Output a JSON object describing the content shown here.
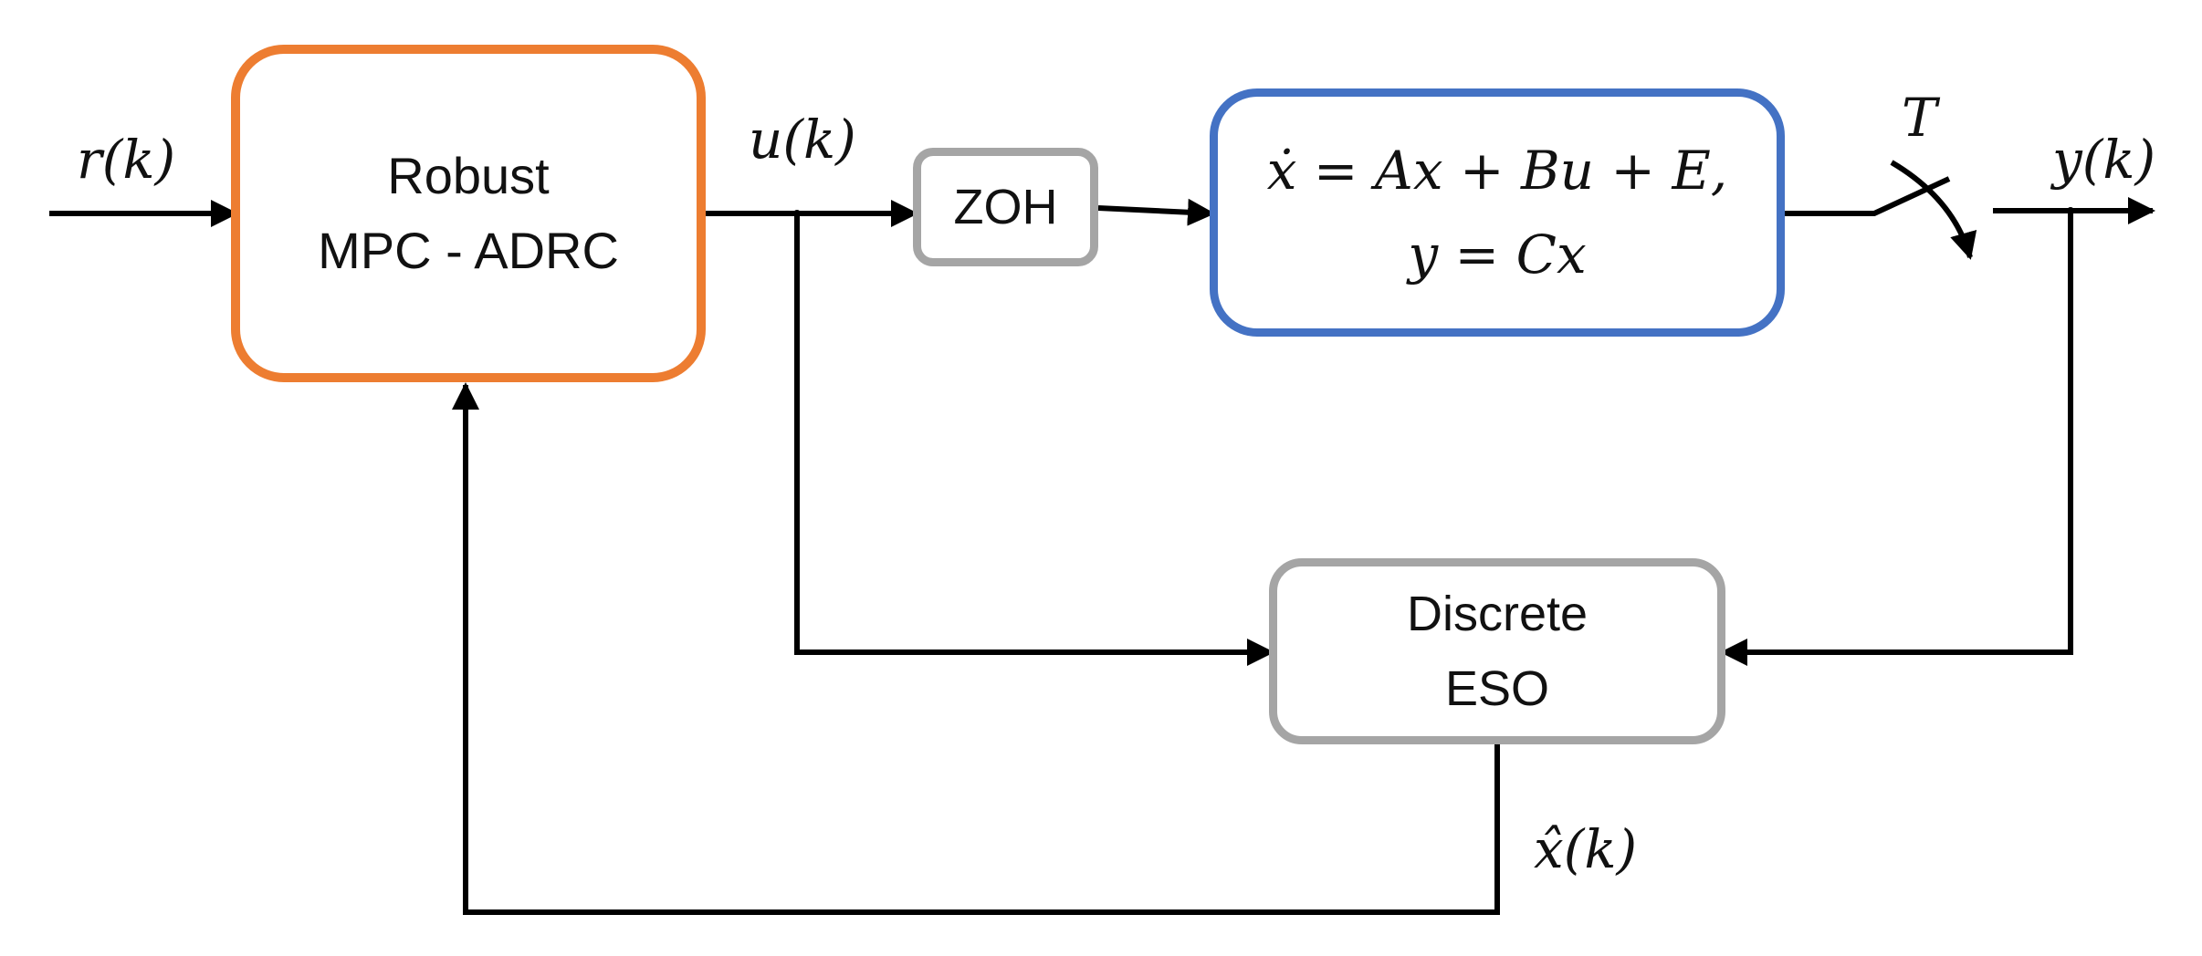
{
  "blocks": {
    "controller": {
      "line1": "Robust",
      "line2": "MPC - ADRC",
      "border_color": "#ED7D31"
    },
    "zoh": {
      "label": "ZOH",
      "border_color": "#A5A5A5"
    },
    "plant": {
      "equation1": "ẋ = Ax + Bu + E,",
      "equation2": "y = Cx",
      "border_color": "#4472C4"
    },
    "observer": {
      "line1": "Discrete",
      "line2": "ESO",
      "border_color": "#A5A5A5"
    }
  },
  "signals": {
    "reference": "r(k)",
    "control": "u(k)",
    "sampling_period": "T",
    "output": "y(k)",
    "state_estimate": "x̂(k)"
  },
  "colors": {
    "wire": "#000000",
    "text": "#111111"
  }
}
